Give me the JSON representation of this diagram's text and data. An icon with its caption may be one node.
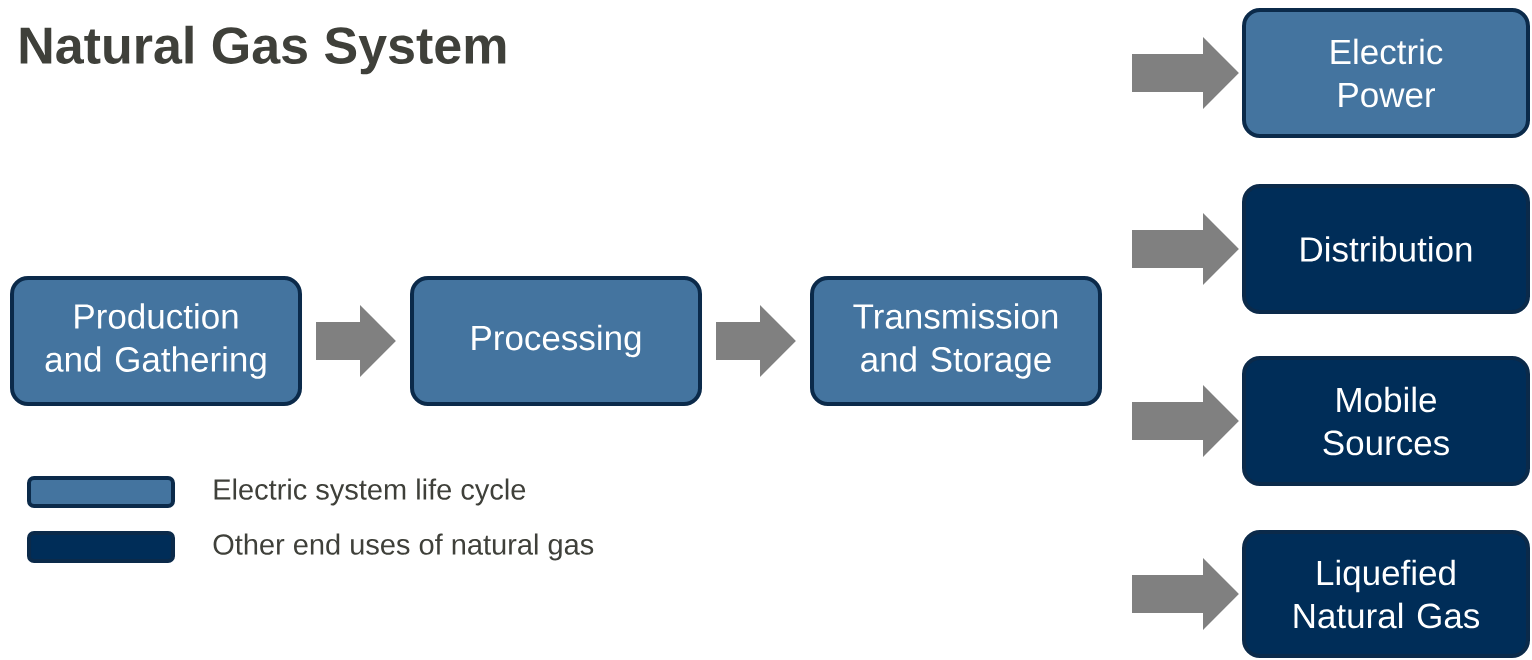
{
  "diagram": {
    "title": "Natural Gas System",
    "nodes": [
      {
        "text": [
          "Production and Gathering"
        ]
      },
      {
        "text": [
          "Processing"
        ]
      },
      {
        "text": [
          "Transmission and Storage"
        ]
      },
      {
        "text": [
          "Electric Power"
        ]
      },
      {
        "text": [
          "Distribution"
        ]
      },
      {
        "text": [
          "Mobile Sources"
        ]
      },
      {
        "text": [
          "Liquefied Natural Gas"
        ]
      }
    ],
    "edges": [
      {
        "from": 0,
        "to": 1,
        "arrow": "to"
      },
      {
        "from": 1,
        "to": 2,
        "arrow": "to"
      },
      {
        "from": null,
        "to": 3,
        "arrow": "to"
      },
      {
        "from": null,
        "to": 4,
        "arrow": "to"
      },
      {
        "from": null,
        "to": 5,
        "arrow": "to"
      },
      {
        "from": null,
        "to": 6,
        "arrow": "to"
      }
    ],
    "legend": [
      {
        "text": "Electric system life cycle",
        "color": "#44749f"
      },
      {
        "text": "Other end uses of natural gas",
        "color": "#002d58"
      }
    ]
  }
}
